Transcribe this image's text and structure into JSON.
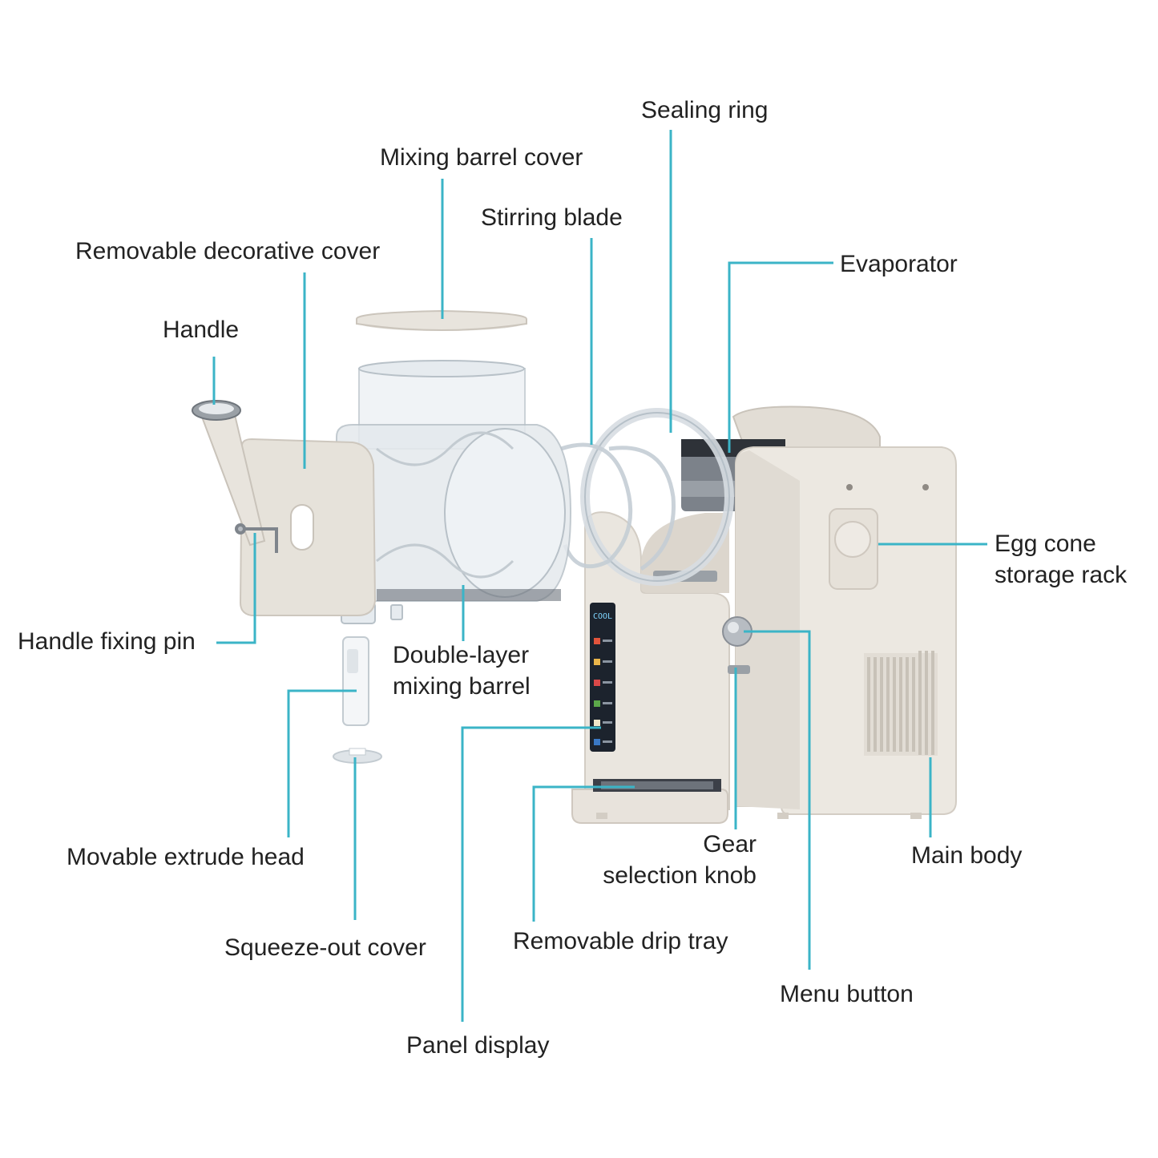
{
  "colors": {
    "leader": "#3bb4c7",
    "text": "#222222",
    "body": "#ebe7e0",
    "body_shade": "#d9d3ca",
    "metal": "#8a8f96",
    "metal_dark": "#4b5058",
    "clear": "#c7d0d6",
    "display": "#1c232d"
  },
  "labels": {
    "sealing_ring": "Sealing ring",
    "mixing_barrel_cover": "Mixing barrel cover",
    "stirring_blade": "Stirring blade",
    "evaporator": "Evaporator",
    "removable_decorative_cover": "Removable decorative cover",
    "handle": "Handle",
    "egg_cone": [
      "Egg cone",
      "storage rack"
    ],
    "handle_fixing_pin": "Handle fixing pin",
    "double_layer": [
      "Double-layer",
      "mixing barrel"
    ],
    "movable_extrude_head": "Movable extrude head",
    "gear_knob": [
      "Gear",
      "selection knob"
    ],
    "main_body": "Main body",
    "squeeze_out_cover": "Squeeze-out cover",
    "removable_drip_tray": "Removable drip tray",
    "menu_button": "Menu button",
    "panel_display": "Panel display"
  },
  "display_readout": "COOL",
  "icons": {
    "machine": "soft-serve-machine-exploded-view"
  }
}
